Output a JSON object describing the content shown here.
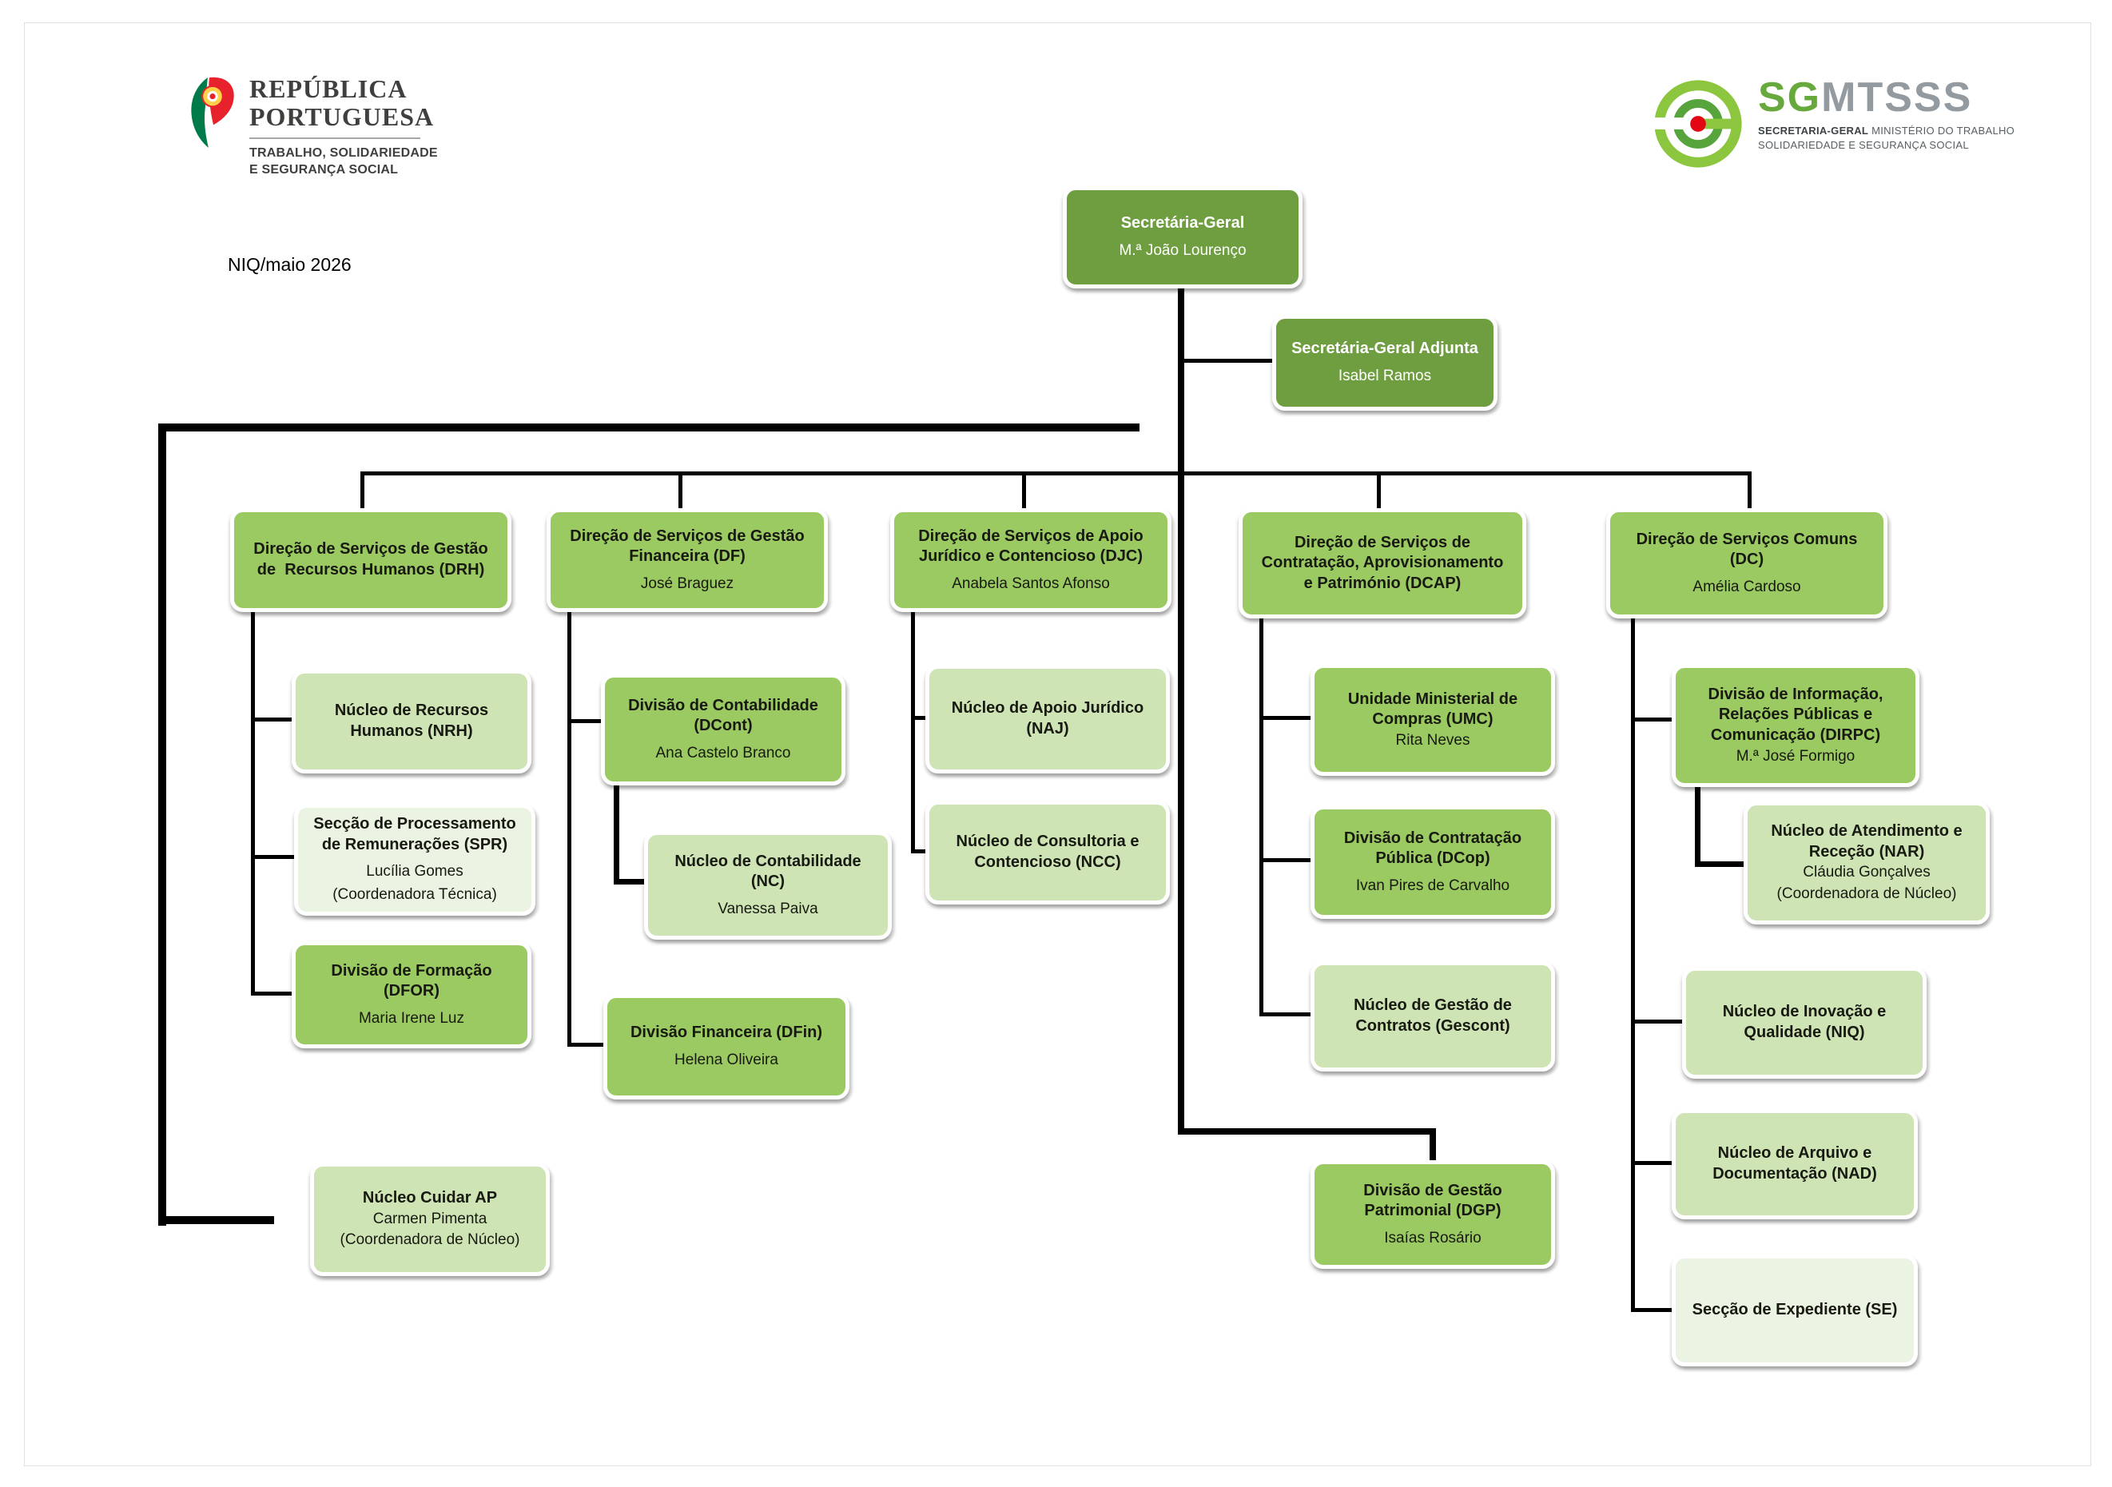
{
  "note": "NIQ/maio 2026",
  "logo_left": {
    "title1": "REPÚBLICA",
    "title2": "PORTUGUESA",
    "sub1": "TRABALHO, SOLIDARIEDADE",
    "sub2": "E SEGURANÇA SOCIAL"
  },
  "logo_right": {
    "acronym_sg": "SG",
    "acronym_rest": "MTSSS",
    "sub_bold": "SECRETARIA-GERAL",
    "sub_rest": " MINISTÉRIO DO TRABALHO",
    "sub_line2": "SOLIDARIEDADE E SEGURANÇA SOCIAL"
  },
  "colors": {
    "dark_green": "#6f9e41",
    "medium_green": "#9aca61",
    "light_green": "#cee4b4",
    "pale_green": "#ebf3e2",
    "connector": "#000000",
    "logo_green": "#67a93d",
    "logo_gray": "#939ba0",
    "logo_red_dot": "#e30613"
  },
  "nodes": {
    "sg": {
      "title": "Secretária-Geral",
      "name": "M.ª João Lourenço"
    },
    "sga": {
      "title": "Secretária-Geral Adjunta",
      "name": "Isabel Ramos"
    },
    "drh": {
      "title": "Direção de Serviços de Gestão\nde  Recursos Humanos (DRH)"
    },
    "df": {
      "title": "Direção de Serviços de Gestão\nFinanceira (DF)",
      "name": "José Braguez"
    },
    "djc": {
      "title": "Direção de Serviços de Apoio\nJurídico e Contencioso (DJC)",
      "name": "Anabela Santos Afonso"
    },
    "dcap": {
      "title": "Direção de Serviços de\nContratação, Aprovisionamento\ne Património (DCAP)"
    },
    "dc": {
      "title": "Direção de Serviços Comuns\n(DC)",
      "name": "Amélia Cardoso"
    },
    "nrh": {
      "title": "Núcleo de Recursos\nHumanos (NRH)"
    },
    "spr": {
      "title": "Secção de Processamento\nde Remunerações (SPR)",
      "name": "Lucília Gomes",
      "extra": "(Coordenadora Técnica)"
    },
    "dfor": {
      "title": "Divisão de Formação\n(DFOR)",
      "name": "Maria Irene Luz"
    },
    "cuidar": {
      "title": "Núcleo Cuidar AP",
      "name": "Carmen Pimenta",
      "extra": "(Coordenadora de Núcleo)"
    },
    "dcont": {
      "title": "Divisão de Contabilidade\n(DCont)",
      "name": "Ana Castelo Branco"
    },
    "nc": {
      "title": "Núcleo de Contabilidade\n(NC)",
      "name": "Vanessa Paiva"
    },
    "dfin": {
      "title": "Divisão Financeira (DFin)",
      "name": "Helena Oliveira"
    },
    "naj": {
      "title": "Núcleo de Apoio Jurídico\n(NAJ)"
    },
    "ncc": {
      "title": "Núcleo de Consultoria e\nContencioso (NCC)"
    },
    "umc": {
      "title": "Unidade Ministerial de\nCompras (UMC)",
      "name": "Rita Neves"
    },
    "dcop": {
      "title": "Divisão de Contratação\nPública (DCop)",
      "name": "Ivan Pires de Carvalho"
    },
    "gescont": {
      "title": "Núcleo de Gestão de\nContratos (Gescont)"
    },
    "dgp": {
      "title": "Divisão de Gestão\nPatrimonial (DGP)",
      "name": "Isaías Rosário"
    },
    "dirpc": {
      "title": "Divisão de Informação,\nRelações Públicas e\nComunicação (DIRPC)",
      "name": "M.ª José Formigo"
    },
    "nar": {
      "title": "Núcleo de Atendimento e\nReceção (NAR)",
      "name": "Cláudia Gonçalves",
      "extra": "(Coordenadora de Núcleo)"
    },
    "niq": {
      "title": "Núcleo de Inovação e\nQualidade (NIQ)"
    },
    "nad": {
      "title": "Núcleo de Arquivo e\nDocumentação (NAD)"
    },
    "se": {
      "title": "Secção de Expediente (SE)"
    }
  }
}
